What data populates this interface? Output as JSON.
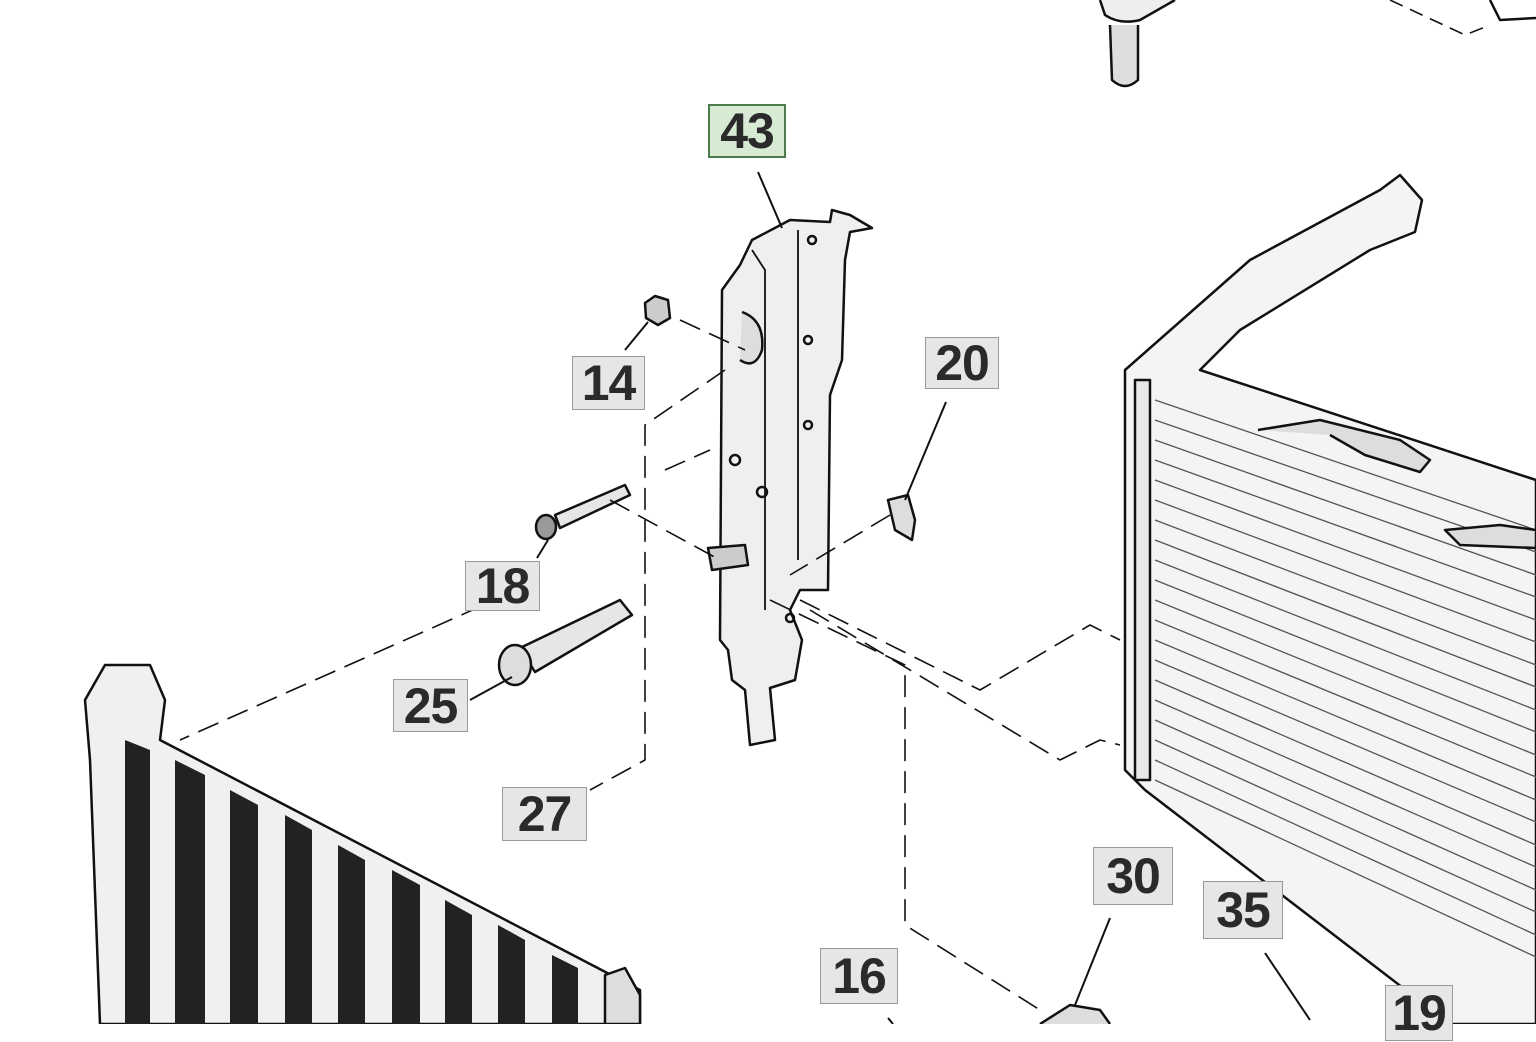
{
  "diagram": {
    "selected_part": "43",
    "selected_color": "#d6ead4",
    "callouts": [
      {
        "id": "43",
        "label": "43",
        "selected": true
      },
      {
        "id": "14",
        "label": "14"
      },
      {
        "id": "20",
        "label": "20"
      },
      {
        "id": "18",
        "label": "18"
      },
      {
        "id": "25",
        "label": "25"
      },
      {
        "id": "27",
        "label": "27"
      },
      {
        "id": "30",
        "label": "30"
      },
      {
        "id": "35",
        "label": "35"
      },
      {
        "id": "16",
        "label": "16"
      },
      {
        "id": "19",
        "label": "19"
      }
    ]
  }
}
